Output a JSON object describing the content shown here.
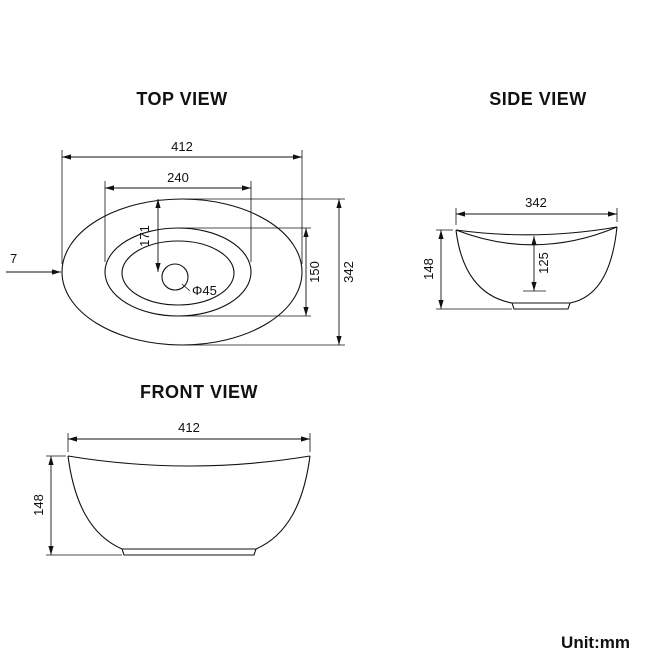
{
  "page": {
    "unit_label": "Unit:mm"
  },
  "views": {
    "top": {
      "title": "TOP VIEW",
      "dims": {
        "overall_width": "412",
        "basin_width": "240",
        "center_to_top": "171",
        "basin_depth": "150",
        "overall_depth": "342",
        "rim_thickness": "7",
        "drain_diameter": "Φ45"
      }
    },
    "side": {
      "title": "SIDE VIEW",
      "dims": {
        "width": "342",
        "height": "148",
        "inner_depth": "125"
      }
    },
    "front": {
      "title": "FRONT VIEW",
      "dims": {
        "width": "412",
        "height": "148"
      }
    }
  }
}
